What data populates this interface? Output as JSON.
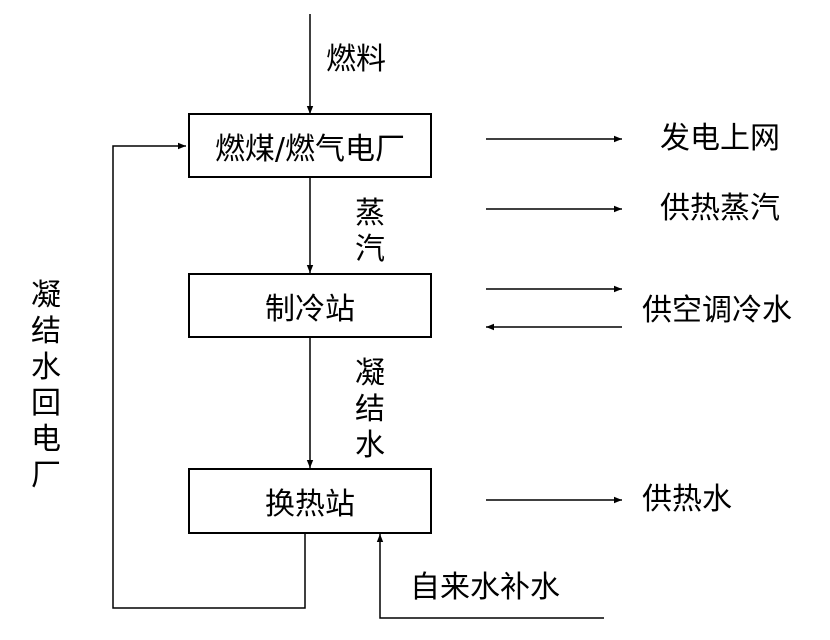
{
  "nodes": {
    "power_plant": "燃煤/燃气电厂",
    "chiller_station": "制冷站",
    "heat_exchange_station": "换热站"
  },
  "labels": {
    "fuel": "燃料",
    "steam": "蒸汽",
    "condensate": "凝结水",
    "condensate_return": "凝结水回电厂",
    "makeup_water": "自来水补水"
  },
  "outputs": {
    "grid_power": "发电上网",
    "heating_steam": "供热蒸汽",
    "ac_cold_water": "供空调冷水",
    "heating_water": "供热水"
  }
}
